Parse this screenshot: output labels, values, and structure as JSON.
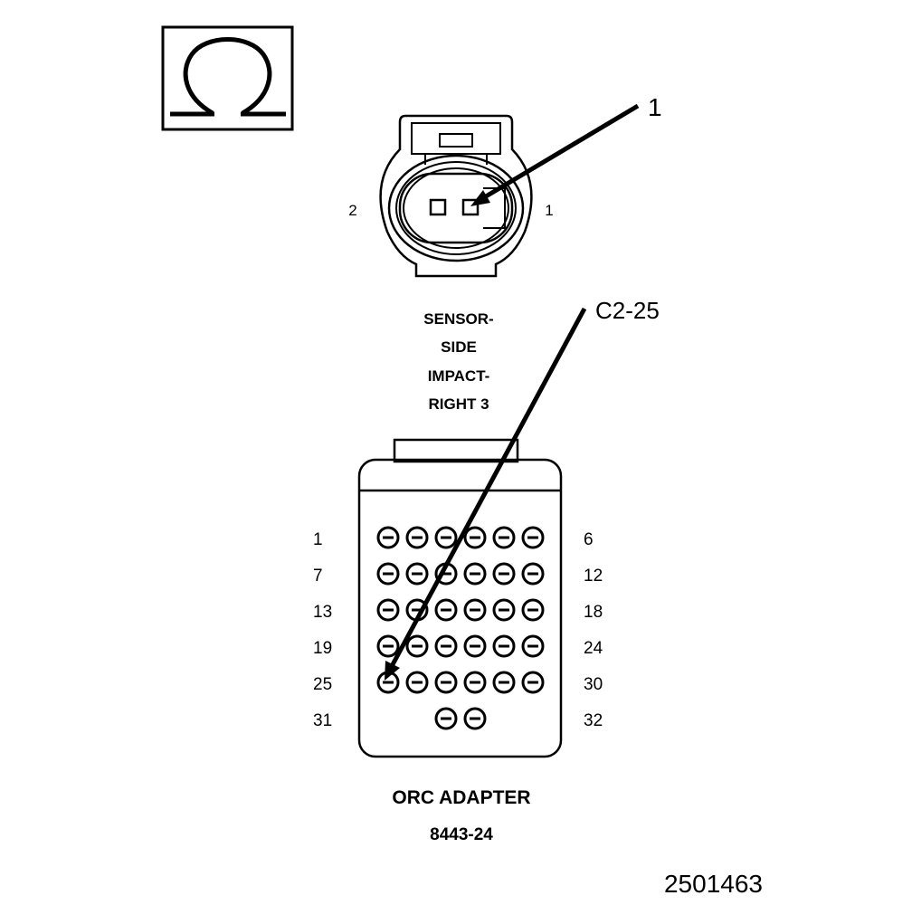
{
  "symbol": {
    "icon": "ohm-icon"
  },
  "callouts": {
    "pin1": "1",
    "cavity": "C2-25"
  },
  "sensor_connector": {
    "pin_left": "2",
    "pin_right": "1",
    "title_lines": [
      "SENSOR-",
      "SIDE",
      "IMPACT-",
      "RIGHT 3"
    ]
  },
  "adapter": {
    "row_labels_left": [
      "1",
      "7",
      "13",
      "19",
      "25",
      "31"
    ],
    "row_labels_right": [
      "6",
      "12",
      "18",
      "24",
      "30",
      "32"
    ],
    "name": "ORC ADAPTER",
    "part_number": "8443-24"
  },
  "figure_id": "2501463"
}
